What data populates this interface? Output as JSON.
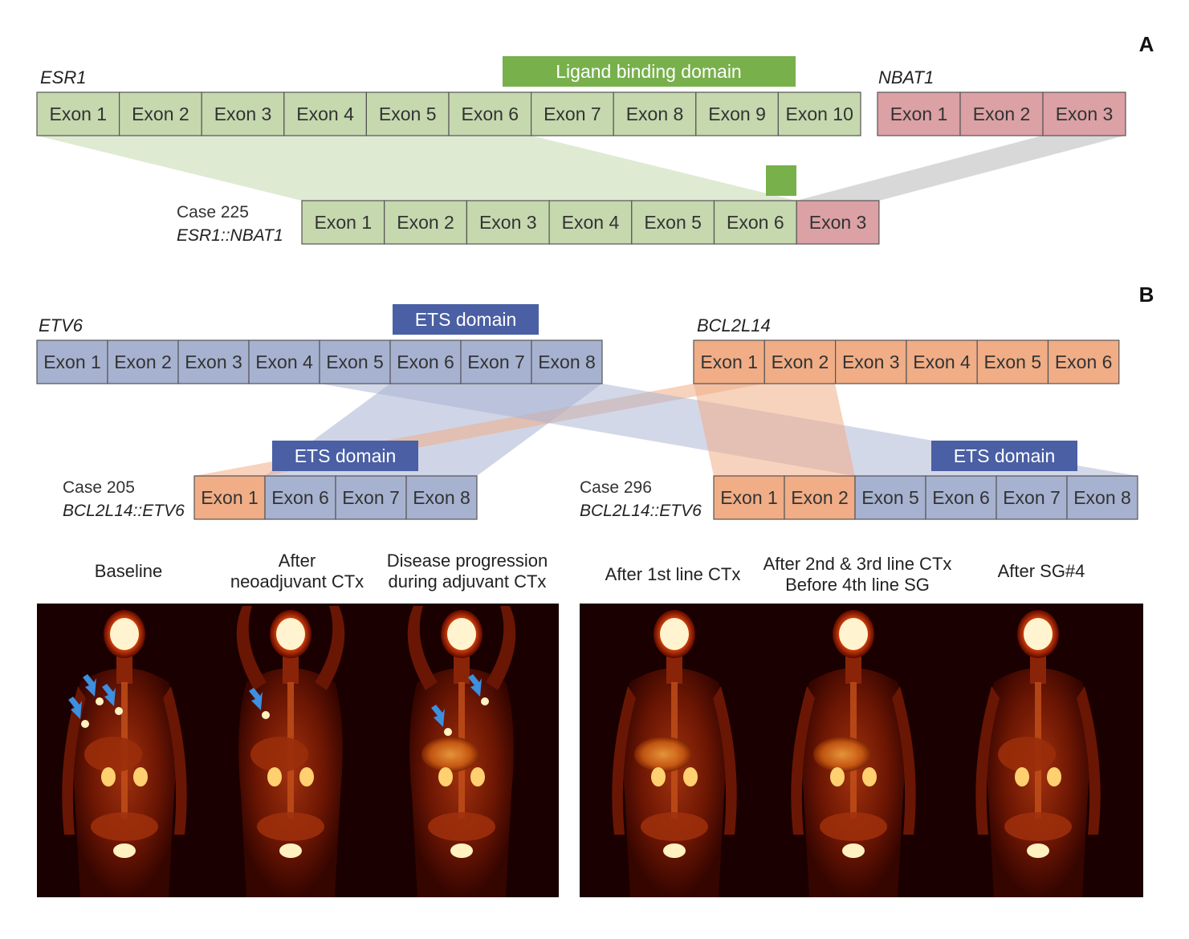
{
  "panel_labels": {
    "a": "A",
    "b": "B"
  },
  "colors": {
    "esr1_exon": "#c5d8ae",
    "nbat1_exon": "#dba1a5",
    "etv6_exon": "#a7b2d1",
    "bcl2l14_exon": "#f0ad86",
    "lbd": "#78b04c",
    "ets": "#4a5fa4",
    "pet_bg": "#1a0000"
  },
  "panel_a": {
    "esr1_label": "ESR1",
    "nbat1_label": "NBAT1",
    "lbd_label": "Ligand binding domain",
    "esr1_exons": [
      "Exon 1",
      "Exon 2",
      "Exon 3",
      "Exon 4",
      "Exon 5",
      "Exon 6",
      "Exon 7",
      "Exon 8",
      "Exon 9",
      "Exon 10"
    ],
    "nbat1_exons": [
      "Exon 1",
      "Exon 2",
      "Exon 3"
    ],
    "case": {
      "name": "Case 225",
      "fusion": "ESR1::NBAT1",
      "exons": [
        {
          "label": "Exon 1",
          "gene": "esr1"
        },
        {
          "label": "Exon 2",
          "gene": "esr1"
        },
        {
          "label": "Exon 3",
          "gene": "esr1"
        },
        {
          "label": "Exon 4",
          "gene": "esr1"
        },
        {
          "label": "Exon 5",
          "gene": "esr1"
        },
        {
          "label": "Exon 6",
          "gene": "esr1"
        },
        {
          "label": "Exon 3",
          "gene": "nbat1"
        }
      ]
    }
  },
  "panel_b": {
    "etv6_label": "ETV6",
    "bcl2l14_label": "BCL2L14",
    "ets_label": "ETS domain",
    "etv6_exons": [
      "Exon 1",
      "Exon 2",
      "Exon 3",
      "Exon 4",
      "Exon 5",
      "Exon 6",
      "Exon 7",
      "Exon 8"
    ],
    "bcl2l14_exons": [
      "Exon 1",
      "Exon 2",
      "Exon 3",
      "Exon 4",
      "Exon 5",
      "Exon 6"
    ],
    "case205": {
      "name": "Case 205",
      "fusion": "BCL2L14::ETV6",
      "ets_label": "ETS domain",
      "exons": [
        {
          "label": "Exon 1",
          "gene": "bcl2l14"
        },
        {
          "label": "Exon 6",
          "gene": "etv6"
        },
        {
          "label": "Exon 7",
          "gene": "etv6"
        },
        {
          "label": "Exon 8",
          "gene": "etv6"
        }
      ]
    },
    "case296": {
      "name": "Case 296",
      "fusion": "BCL2L14::ETV6",
      "ets_label": "ETS domain",
      "exons": [
        {
          "label": "Exon 1",
          "gene": "bcl2l14"
        },
        {
          "label": "Exon 2",
          "gene": "bcl2l14"
        },
        {
          "label": "Exon 5",
          "gene": "etv6"
        },
        {
          "label": "Exon 6",
          "gene": "etv6"
        },
        {
          "label": "Exon 7",
          "gene": "etv6"
        },
        {
          "label": "Exon 8",
          "gene": "etv6"
        }
      ]
    }
  },
  "pet_left": {
    "titles": [
      [
        "Baseline"
      ],
      [
        "After",
        "neoadjuvant CTx"
      ],
      [
        "Disease progression",
        "during adjuvant CTx"
      ]
    ]
  },
  "pet_right": {
    "titles": [
      [
        "After 1st line CTx"
      ],
      [
        "After 2nd & 3rd line CTx",
        "Before 4th line SG"
      ],
      [
        "After SG#4"
      ]
    ]
  }
}
